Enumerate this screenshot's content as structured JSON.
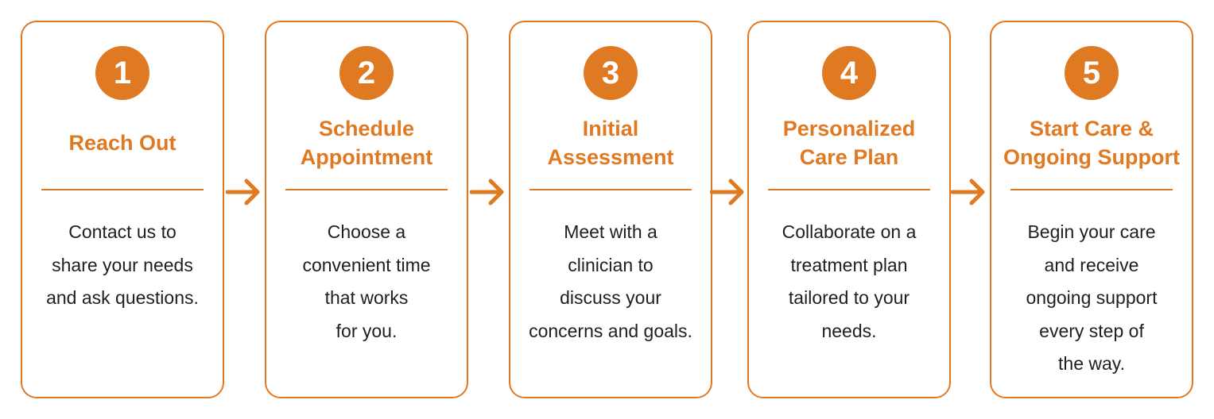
{
  "accent_color": "#e07a22",
  "steps": [
    {
      "number": "1",
      "title": "Reach Out",
      "description": "Contact us to\nshare your needs\nand ask questions."
    },
    {
      "number": "2",
      "title": "Schedule\nAppointment",
      "description": "Choose a\nconvenient time\nthat works\nfor you."
    },
    {
      "number": "3",
      "title": "Initial\nAssessment",
      "description": "Meet with a\nclinician to\ndiscuss your\nconcerns and goals."
    },
    {
      "number": "4",
      "title": "Personalized\nCare Plan",
      "description": "Collaborate on a\ntreatment plan\ntailored to your\nneeds."
    },
    {
      "number": "5",
      "title": "Start Care &\nOngoing Support",
      "description": "Begin your care\nand receive\nongoing support\nevery step of\nthe way."
    }
  ],
  "connector_icon": "arrow-right-icon"
}
